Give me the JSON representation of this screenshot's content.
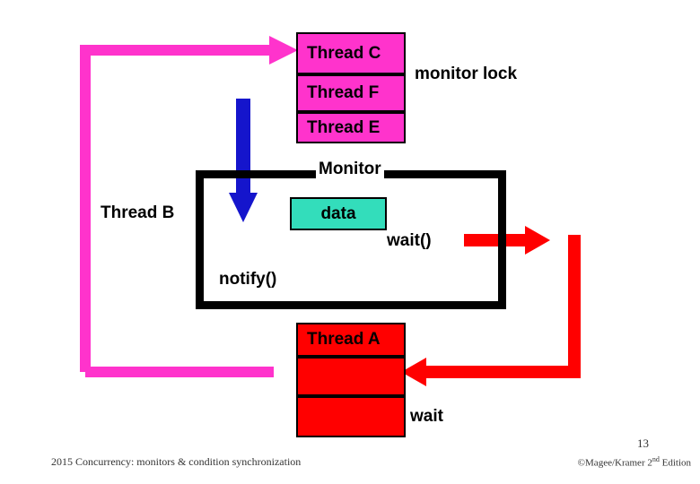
{
  "slide": {
    "monitor_label": "Monitor",
    "data_label": "data",
    "threads_top": [
      {
        "label": "Thread C"
      },
      {
        "label": "Thread F"
      },
      {
        "label": "Thread E"
      }
    ],
    "threads_bottom": [
      {
        "label": "Thread A"
      },
      {
        "label": ""
      },
      {
        "label": ""
      }
    ],
    "labels": {
      "monitor_lock": "monitor lock",
      "thread_b": "Thread B",
      "wait_call": "wait()",
      "notify_call": "notify()",
      "wait_queue": "wait"
    },
    "colors": {
      "thread_queue": "#ff33cc",
      "monitor_border": "#000000",
      "data_fill": "#33ddbb",
      "blue_arrow": "#1515cc",
      "red_arrow": "#ff0000",
      "magenta_arrow": "#ff33cc"
    }
  },
  "footer": {
    "left_text": "2015  Concurrency: monitors & condition synchronization",
    "credit": "©Magee/Kramer 2",
    "credit_sup": "nd",
    "credit_tail": " Edition",
    "slide_number": "13"
  }
}
